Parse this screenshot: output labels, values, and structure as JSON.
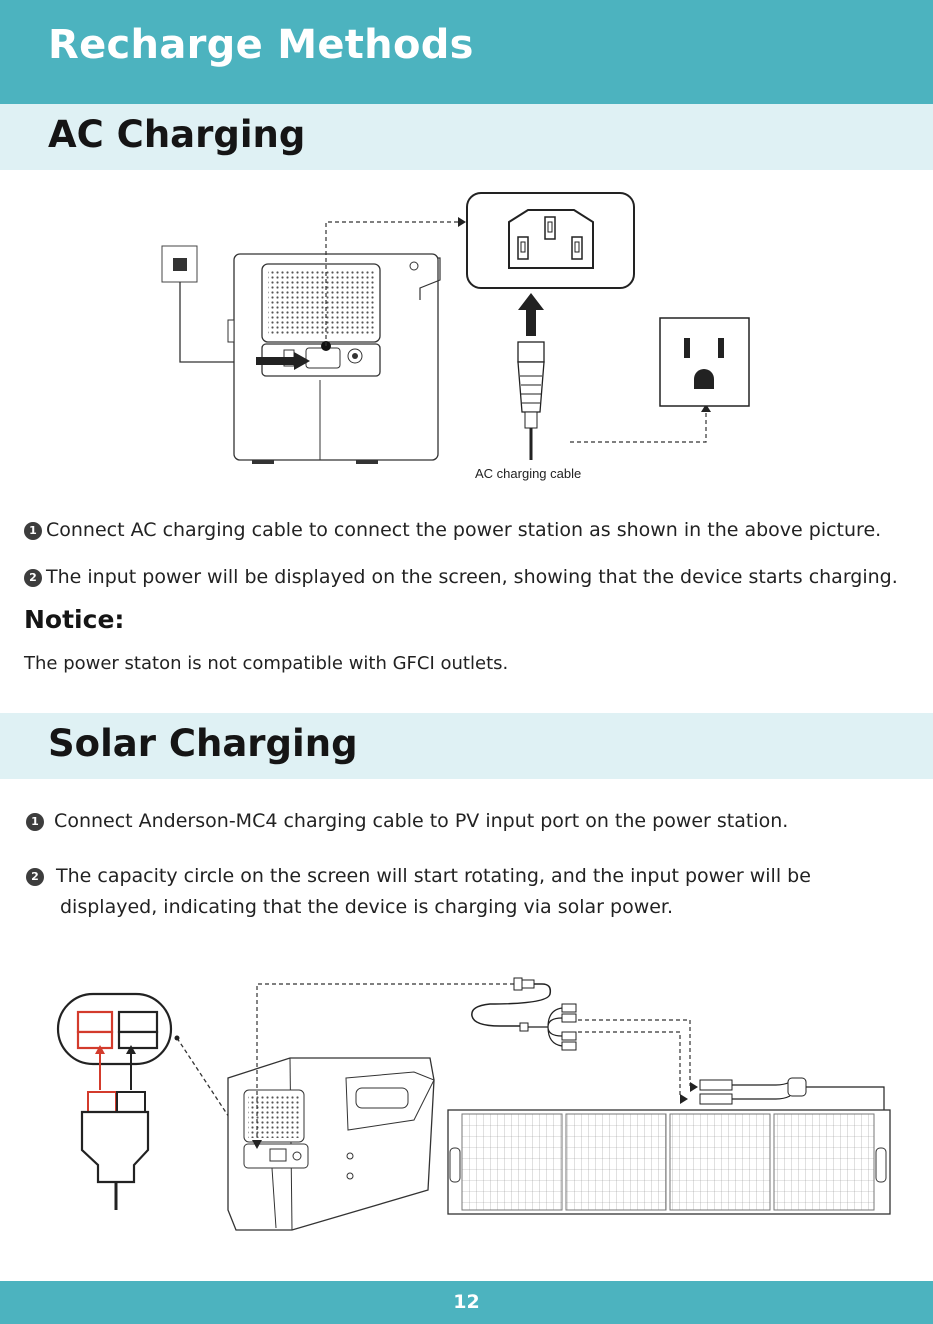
{
  "header": {
    "title": "Recharge Methods"
  },
  "ac_section": {
    "title": "AC Charging",
    "cable_caption": "AC charging cable",
    "steps": [
      {
        "num": "1",
        "text": "Connect AC charging cable to connect the power station as shown in the above picture."
      },
      {
        "num": "2",
        "text": "The input power will be displayed on the screen, showing that the device starts charging."
      }
    ],
    "notice_title": "Notice:",
    "notice_text": "The power staton is not compatible with GFCI outlets."
  },
  "solar_section": {
    "title": "Solar Charging",
    "steps": [
      {
        "num": "1",
        "text": "Connect Anderson-MC4 charging cable to PV input port on the power station."
      },
      {
        "num": "2",
        "text_line1": "The capacity circle on the screen will start rotating, and the input power will be",
        "text_line2": "displayed, indicating that the device is charging via solar power."
      }
    ]
  },
  "footer": {
    "page_number": "12"
  },
  "colors": {
    "brand": "#4cb3bf",
    "section_bg": "#dff1f4",
    "anderson_red": "#d33b2c"
  }
}
